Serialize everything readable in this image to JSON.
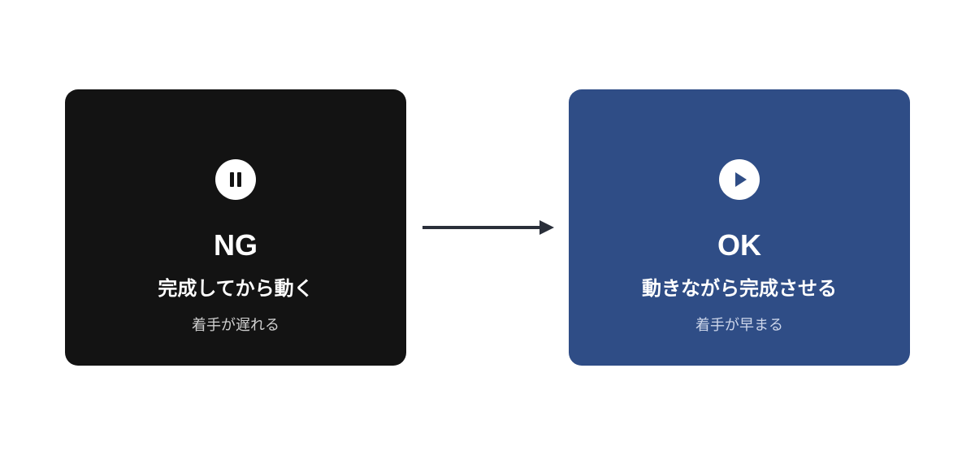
{
  "colors": {
    "ng_background": "#131313",
    "ok_background": "#2f4d86",
    "arrow": "#2a2f3a",
    "icon_fill": "#ffffff"
  },
  "cards": [
    {
      "label": "NG",
      "title": "完成してから動く",
      "subtitle": "着手が遅れる",
      "icon": "pause-icon"
    },
    {
      "label": "OK",
      "title": "動きながら完成させる",
      "subtitle": "着手が早まる",
      "icon": "play-icon"
    }
  ],
  "connector": {
    "icon": "arrow-right-icon"
  }
}
